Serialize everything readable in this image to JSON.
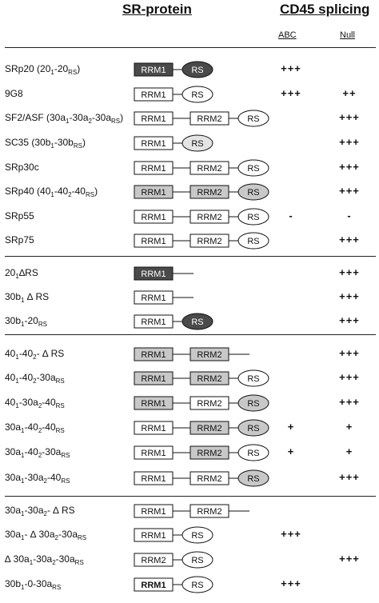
{
  "headers": {
    "protein": "SR-protein",
    "splicing": "CD45 splicing",
    "abc": "ABC",
    "null": "Null"
  },
  "colors": {
    "dark": "#4a4a4a",
    "grey": "#c8c8c8",
    "light": "#e4e4e4",
    "white": "#ffffff"
  },
  "rows": [
    {
      "label": "SRp20 (20<sub>1</sub>-20<sub>RS</sub>)",
      "domains": [
        {
          "type": "rrm",
          "text": "RRM1",
          "fill": "dark"
        },
        {
          "type": "rs",
          "text": "RS",
          "fill": "dark"
        }
      ],
      "abc": "+++",
      "null": ""
    },
    {
      "label": "9G8",
      "domains": [
        {
          "type": "rrm",
          "text": "RRM1",
          "fill": "white"
        },
        {
          "type": "rs",
          "text": "RS",
          "fill": "white"
        }
      ],
      "abc": "+++",
      "null": "++"
    },
    {
      "label": "SF2/ASF (30a<sub>1</sub>-30a<sub>2</sub>-30a<sub>RS</sub>)",
      "domains": [
        {
          "type": "rrm",
          "text": "RRM1",
          "fill": "white"
        },
        {
          "type": "rrm",
          "text": "RRM2",
          "fill": "white"
        },
        {
          "type": "rs",
          "text": "RS",
          "fill": "white"
        }
      ],
      "abc": "",
      "null": "+++"
    },
    {
      "label": "SC35 (30b<sub>1</sub>-30b<sub>RS</sub>)",
      "domains": [
        {
          "type": "rrm",
          "text": "RRM1",
          "fill": "white"
        },
        {
          "type": "rs",
          "text": "RS",
          "fill": "light"
        }
      ],
      "abc": "",
      "null": "+++"
    },
    {
      "label": "SRp30c",
      "domains": [
        {
          "type": "rrm",
          "text": "RRM1",
          "fill": "white"
        },
        {
          "type": "rrm",
          "text": "RRM2",
          "fill": "white"
        },
        {
          "type": "rs",
          "text": "RS",
          "fill": "white"
        }
      ],
      "abc": "",
      "null": "+++"
    },
    {
      "label": "SRp40 (40<sub>1</sub>-40<sub>2</sub>-40<sub>RS</sub>)",
      "domains": [
        {
          "type": "rrm",
          "text": "RRM1",
          "fill": "grey"
        },
        {
          "type": "rrm",
          "text": "RRM2",
          "fill": "grey"
        },
        {
          "type": "rs",
          "text": "RS",
          "fill": "grey"
        }
      ],
      "abc": "",
      "null": "+++"
    },
    {
      "label": "SRp55",
      "domains": [
        {
          "type": "rrm",
          "text": "RRM1",
          "fill": "white"
        },
        {
          "type": "rrm",
          "text": "RRM2",
          "fill": "white"
        },
        {
          "type": "rs",
          "text": "RS",
          "fill": "white"
        }
      ],
      "abc": "-",
      "null": "-"
    },
    {
      "label": "SRp75",
      "domains": [
        {
          "type": "rrm",
          "text": "RRM1",
          "fill": "white"
        },
        {
          "type": "rrm",
          "text": "RRM2",
          "fill": "white"
        },
        {
          "type": "rs",
          "text": "RS",
          "fill": "white"
        }
      ],
      "abc": "",
      "null": "+++"
    },
    {
      "label": "20<sub>1</sub>∆RS",
      "domains": [
        {
          "type": "rrm",
          "text": "RRM1",
          "fill": "dark"
        },
        {
          "type": "tail"
        }
      ],
      "abc": "",
      "null": "+++"
    },
    {
      "label": "30b<sub>1</sub> ∆ RS",
      "domains": [
        {
          "type": "rrm",
          "text": "RRM1",
          "fill": "white"
        },
        {
          "type": "tail"
        }
      ],
      "abc": "",
      "null": "+++"
    },
    {
      "label": "30b<sub>1</sub>-20<sub>RS</sub>",
      "domains": [
        {
          "type": "rrm",
          "text": "RRM1",
          "fill": "white"
        },
        {
          "type": "rs",
          "text": "RS",
          "fill": "dark"
        }
      ],
      "abc": "",
      "null": "+++"
    },
    {
      "label": "40<sub>1</sub>-40<sub>2</sub>- ∆ RS",
      "domains": [
        {
          "type": "rrm",
          "text": "RRM1",
          "fill": "grey"
        },
        {
          "type": "rrm",
          "text": "RRM2",
          "fill": "grey"
        },
        {
          "type": "tail"
        }
      ],
      "abc": "",
      "null": "+++"
    },
    {
      "label": "40<sub>1</sub>-40<sub>2</sub>-30a<sub>RS</sub>",
      "domains": [
        {
          "type": "rrm",
          "text": "RRM1",
          "fill": "grey"
        },
        {
          "type": "rrm",
          "text": "RRM2",
          "fill": "grey"
        },
        {
          "type": "rs",
          "text": "RS",
          "fill": "white"
        }
      ],
      "abc": "",
      "null": "+++"
    },
    {
      "label": "40<sub>1</sub>-30a<sub>2</sub>-40<sub>RS</sub>",
      "domains": [
        {
          "type": "rrm",
          "text": "RRM1",
          "fill": "grey"
        },
        {
          "type": "rrm",
          "text": "RRM2",
          "fill": "white"
        },
        {
          "type": "rs",
          "text": "RS",
          "fill": "grey"
        }
      ],
      "abc": "",
      "null": "+++"
    },
    {
      "label": "30a<sub>1</sub>-40<sub>2</sub>-40<sub>RS</sub>",
      "domains": [
        {
          "type": "rrm",
          "text": "RRM1",
          "fill": "white"
        },
        {
          "type": "rrm",
          "text": "RRM2",
          "fill": "grey"
        },
        {
          "type": "rs",
          "text": "RS",
          "fill": "grey"
        }
      ],
      "abc": "+",
      "null": "+"
    },
    {
      "label": "30a<sub>1</sub>-40<sub>2</sub>-30a<sub>RS</sub>",
      "domains": [
        {
          "type": "rrm",
          "text": "RRM1",
          "fill": "white"
        },
        {
          "type": "rrm",
          "text": "RRM2",
          "fill": "grey"
        },
        {
          "type": "rs",
          "text": "RS",
          "fill": "white"
        }
      ],
      "abc": "+",
      "null": "+"
    },
    {
      "label": "30a<sub>1</sub>-30a<sub>2</sub>-40<sub>RS</sub>",
      "domains": [
        {
          "type": "rrm",
          "text": "RRM1",
          "fill": "white"
        },
        {
          "type": "rrm",
          "text": "RRM2",
          "fill": "white"
        },
        {
          "type": "rs",
          "text": "RS",
          "fill": "grey"
        }
      ],
      "abc": "",
      "null": "+++"
    },
    {
      "label": "30a<sub>1</sub>-30a<sub>2</sub>- ∆ RS",
      "domains": [
        {
          "type": "rrm",
          "text": "RRM1",
          "fill": "white"
        },
        {
          "type": "rrm",
          "text": "RRM2",
          "fill": "white"
        },
        {
          "type": "tail"
        }
      ],
      "abc": "",
      "null": ""
    },
    {
      "label": "30a<sub>1</sub>- ∆ 30a<sub>2</sub>-30a<sub>RS</sub>",
      "domains": [
        {
          "type": "rrm",
          "text": "RRM1",
          "fill": "white"
        },
        {
          "type": "rs",
          "text": "RS",
          "fill": "white"
        }
      ],
      "abc": "+++",
      "null": ""
    },
    {
      "label": "∆ 30a<sub>1</sub>-30a<sub>2</sub>-30a<sub>RS</sub>",
      "domains": [
        {
          "type": "rrm",
          "text": "RRM2",
          "fill": "white"
        },
        {
          "type": "rs",
          "text": "RS",
          "fill": "white"
        }
      ],
      "abc": "",
      "null": "+++"
    },
    {
      "label": "30b<sub>1</sub>-0-30a<sub>RS</sub>",
      "domains": [
        {
          "type": "rrm",
          "text": "RRM1",
          "fill": "white",
          "bold": true
        },
        {
          "type": "rs",
          "text": "RS",
          "fill": "white"
        }
      ],
      "abc": "+++",
      "null": ""
    }
  ]
}
